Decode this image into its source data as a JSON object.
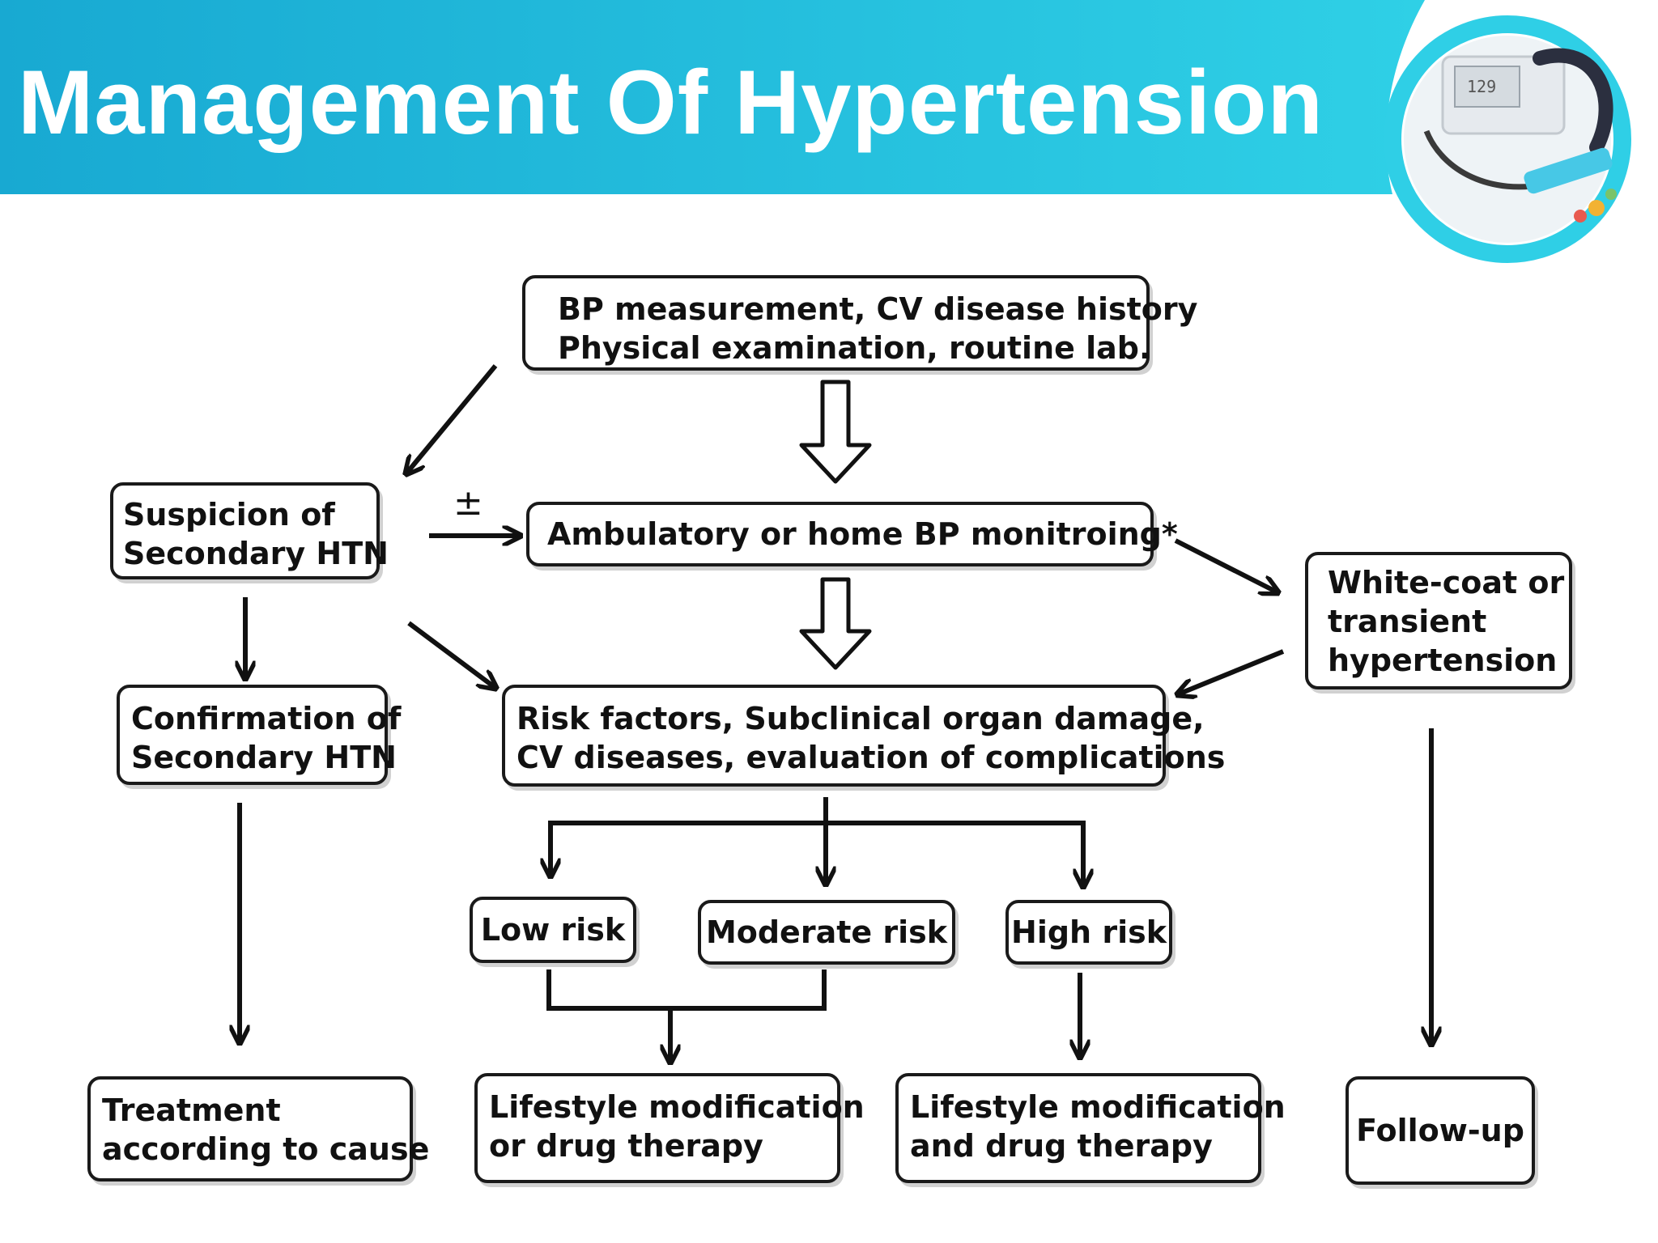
{
  "header": {
    "title": "Management Of Hypertension",
    "banner_color": "#1fb8d8",
    "image_icon": "blood-pressure-monitor-icon"
  },
  "flowchart": {
    "nodes": {
      "bp_measurement": [
        "BP measurement, CV disease history",
        "Physical examination, routine lab."
      ],
      "suspicion": [
        "Suspicion of",
        "Secondary HTN"
      ],
      "ambulatory": [
        "Ambulatory or home BP monitroing*"
      ],
      "white_coat": [
        "White-coat or",
        "transient",
        "hypertension"
      ],
      "confirmation": [
        "Confirmation of",
        "Secondary HTN"
      ],
      "risk_factors": [
        "Risk factors, Subclinical organ damage,",
        "CV diseases, evaluation of complications"
      ],
      "low_risk": [
        "Low risk"
      ],
      "moderate_risk": [
        "Moderate risk"
      ],
      "high_risk": [
        "High risk"
      ],
      "treatment": [
        "Treatment",
        "according to cause"
      ],
      "lifestyle_or": [
        "Lifestyle modification",
        "or drug therapy"
      ],
      "lifestyle_and": [
        "Lifestyle modification",
        "and drug therapy"
      ],
      "follow_up": [
        "Follow-up"
      ]
    },
    "plus_minus_label": "±"
  }
}
